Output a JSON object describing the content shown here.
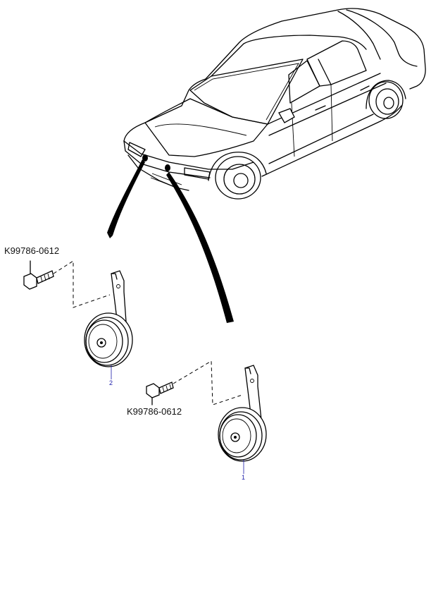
{
  "labels": {
    "bolt_upper": "K99786-0612",
    "bolt_lower": "K99786-0612",
    "callout_left": "2",
    "callout_right": "1"
  }
}
